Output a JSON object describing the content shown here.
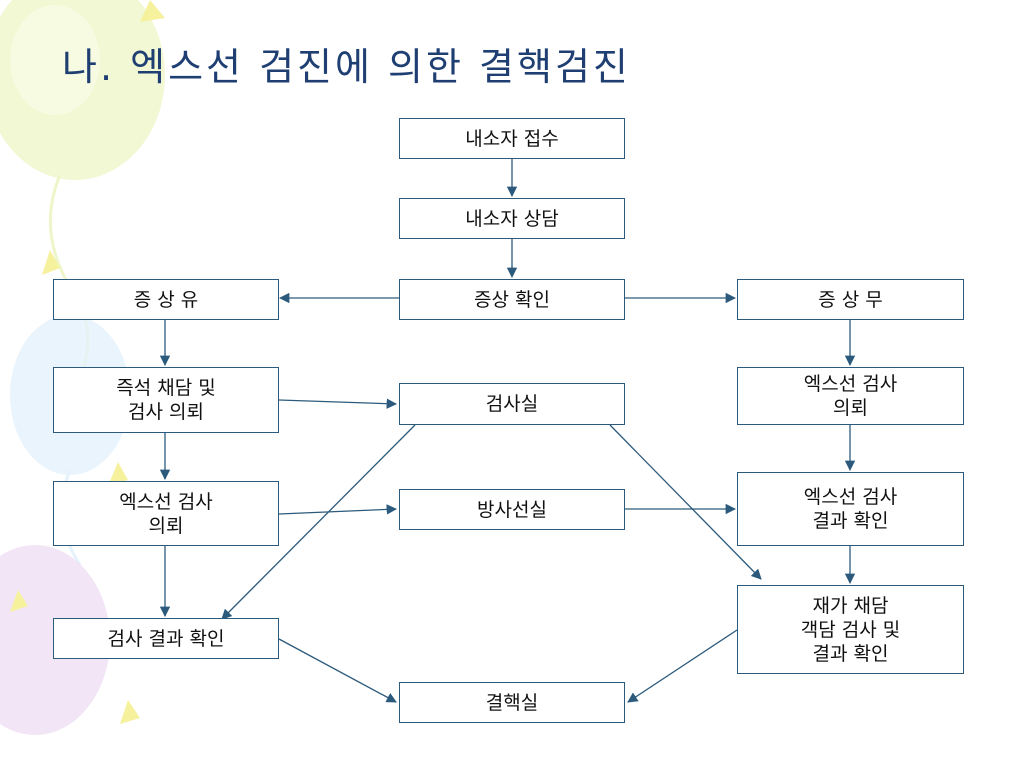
{
  "title": "나. 엑스선 검진에 의한 결핵검진",
  "colors": {
    "title": "#1f3f73",
    "box_border": "#2c5a7c",
    "edge": "#2c5a7c"
  },
  "nodes": {
    "intake": "내소자 접수",
    "consult": "내소자 상담",
    "symptom_check": "증상 확인",
    "symptom_yes": "증 상 유",
    "symptom_no": "증 상 무",
    "sputum_request": "즉석 채담 및\n검사 의뢰",
    "lab": "검사실",
    "xray_request_left": "엑스선 검사\n의뢰",
    "xray_request_right": "엑스선 검사\n의뢰",
    "radiology": "방사선실",
    "xray_result_check": "엑스선 검사\n결과 확인",
    "test_result_check": "검사 결과 확인",
    "home_sputum": "재가 채담\n객담 검사 및\n결과 확인",
    "tb_office": "결핵실"
  }
}
